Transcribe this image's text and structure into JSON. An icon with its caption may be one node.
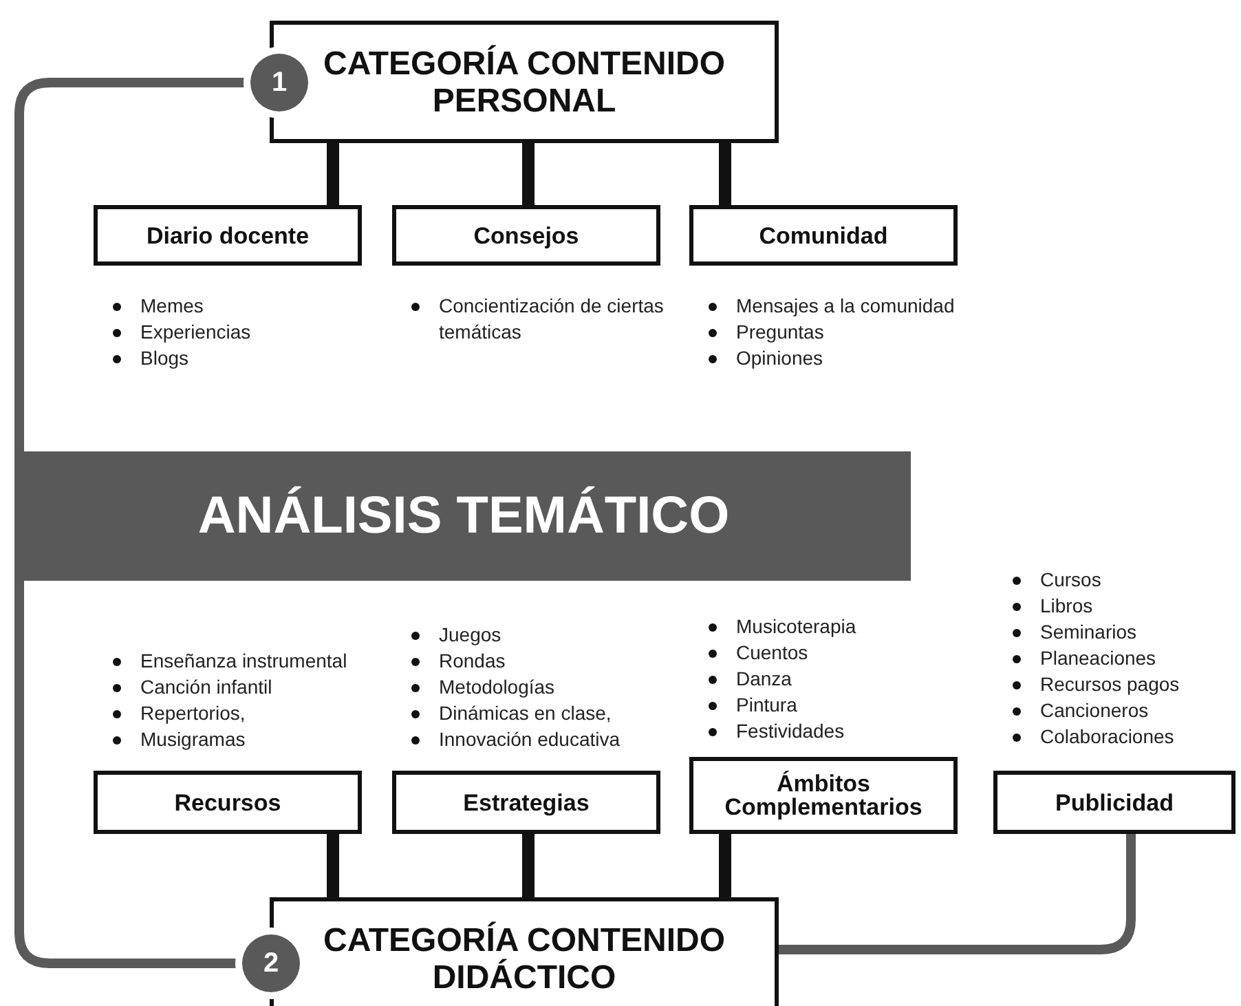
{
  "diagram": {
    "nodes": [
      {
        "text": [
          "CATEGORÍA CONTENIDO PERSONAL"
        ]
      },
      {
        "text": [
          "Diario docente"
        ],
        "beside": [
          "Memes",
          "Experiencias",
          "Blogs"
        ]
      },
      {
        "text": [
          "Consejos"
        ],
        "beside": [
          "Concientización de ciertas temáticas"
        ]
      },
      {
        "text": [
          "Comunidad"
        ],
        "beside": [
          "Mensajes a la comunidad",
          "Preguntas",
          "Opiniones"
        ]
      },
      {
        "text": [
          "ANÁLISIS TEMÁTICO"
        ]
      },
      {
        "text": [
          "Recursos"
        ],
        "beside": [
          "Enseñanza instrumental",
          "Canción infantil",
          "Repertorios,",
          "Musigramas"
        ]
      },
      {
        "text": [
          "Estrategias"
        ],
        "beside": [
          "Juegos",
          "Rondas",
          "Metodologías",
          "Dinámicas en clase,",
          "Innovación educativa"
        ]
      },
      {
        "text": [
          "Ámbitos Complementarios"
        ],
        "beside": [
          "Musicoterapia",
          "Cuentos",
          "Danza",
          "Pintura",
          "Festividades"
        ]
      },
      {
        "text": [
          "Publicidad"
        ],
        "beside": [
          "Cursos",
          "Libros",
          "Seminarios",
          "Planeaciones",
          "Recursos pagos",
          "Cancioneros",
          "Colaboraciones"
        ]
      },
      {
        "text": [
          "CATEGORÍA CONTENIDO DIDÁCTICO"
        ]
      },
      {
        "text": [
          "1"
        ]
      },
      {
        "text": [
          "2"
        ]
      }
    ],
    "edges": [
      {
        "from": 0,
        "to": 1,
        "arrow": "none"
      },
      {
        "from": 0,
        "to": 2,
        "arrow": "none"
      },
      {
        "from": 0,
        "to": 3,
        "arrow": "none"
      },
      {
        "from": 9,
        "to": 5,
        "arrow": "none"
      },
      {
        "from": 9,
        "to": 6,
        "arrow": "none"
      },
      {
        "from": 9,
        "to": 7,
        "arrow": "none"
      },
      {
        "from": 10,
        "to": 11,
        "arrow": "none",
        "color": "#5a5a5a"
      },
      {
        "from": 8,
        "to": 9,
        "arrow": "none",
        "color": "#5a5a5a"
      }
    ]
  }
}
